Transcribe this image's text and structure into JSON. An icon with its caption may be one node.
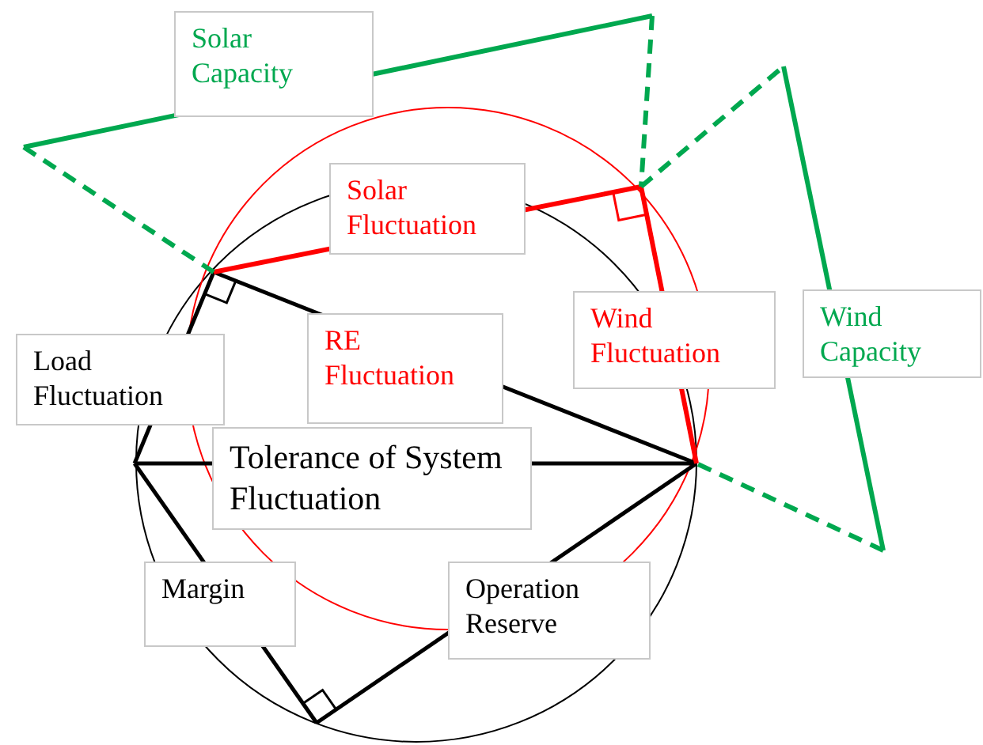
{
  "diagram": {
    "nodes": [
      {
        "text": [
          "Solar Capacity"
        ]
      },
      {
        "text": [
          "Solar Fluctuation"
        ]
      },
      {
        "text": [
          "Load Fluctuation"
        ]
      },
      {
        "text": [
          "RE Fluctuation"
        ]
      },
      {
        "text": [
          "Wind Fluctuation"
        ]
      },
      {
        "text": [
          "Wind Capacity"
        ]
      },
      {
        "text": [
          "Tolerance of System Fluctuation"
        ]
      },
      {
        "text": [
          "Margin"
        ]
      },
      {
        "text": [
          "Operation Reserve"
        ]
      }
    ],
    "edges": []
  }
}
